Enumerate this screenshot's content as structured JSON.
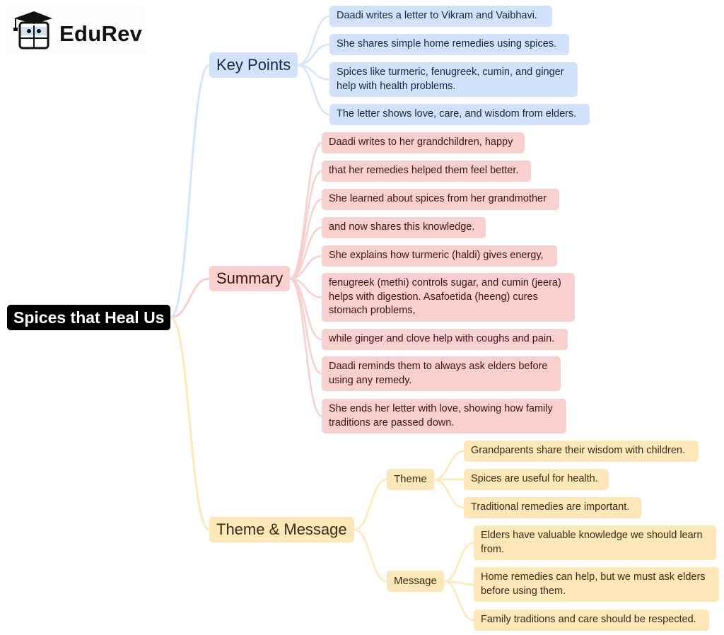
{
  "logo": {
    "text": "EduRev"
  },
  "root": {
    "label": "Spices that Heal Us"
  },
  "branches": {
    "key_points": {
      "label": "Key Points",
      "items": [
        "Daadi writes a letter to Vikram and Vaibhavi.",
        "She shares simple home remedies using spices.",
        "Spices like turmeric, fenugreek, cumin, and ginger help with health problems.",
        "The letter shows love, care, and wisdom from elders."
      ]
    },
    "summary": {
      "label": "Summary",
      "items": [
        "Daadi writes to her grandchildren, happy",
        "that her remedies helped them feel better.",
        "She learned about spices from her grandmother",
        "and now shares this knowledge.",
        "She explains how turmeric (haldi) gives energy,",
        "fenugreek (methi) controls sugar, and cumin (jeera) helps with digestion. Asafoetida (heeng) cures stomach problems,",
        "while ginger and clove help with coughs and pain.",
        "Daadi reminds them to always ask elders before using any remedy.",
        "She ends her letter with love, showing how family traditions are passed down."
      ]
    },
    "theme_message": {
      "label": "Theme & Message",
      "theme": {
        "label": "Theme",
        "items": [
          "Grandparents share their wisdom with children.",
          "Spices are useful for health.",
          "Traditional remedies are important."
        ]
      },
      "message": {
        "label": "Message",
        "items": [
          "Elders have valuable knowledge we should learn from.",
          "Home remedies can help, but we must ask elders before using them.",
          "Family traditions and care should be respected."
        ]
      }
    }
  },
  "colors": {
    "blue_line": "#d6e4fb",
    "red_line": "#f7cfce",
    "yellow_line": "#fde8ba"
  }
}
